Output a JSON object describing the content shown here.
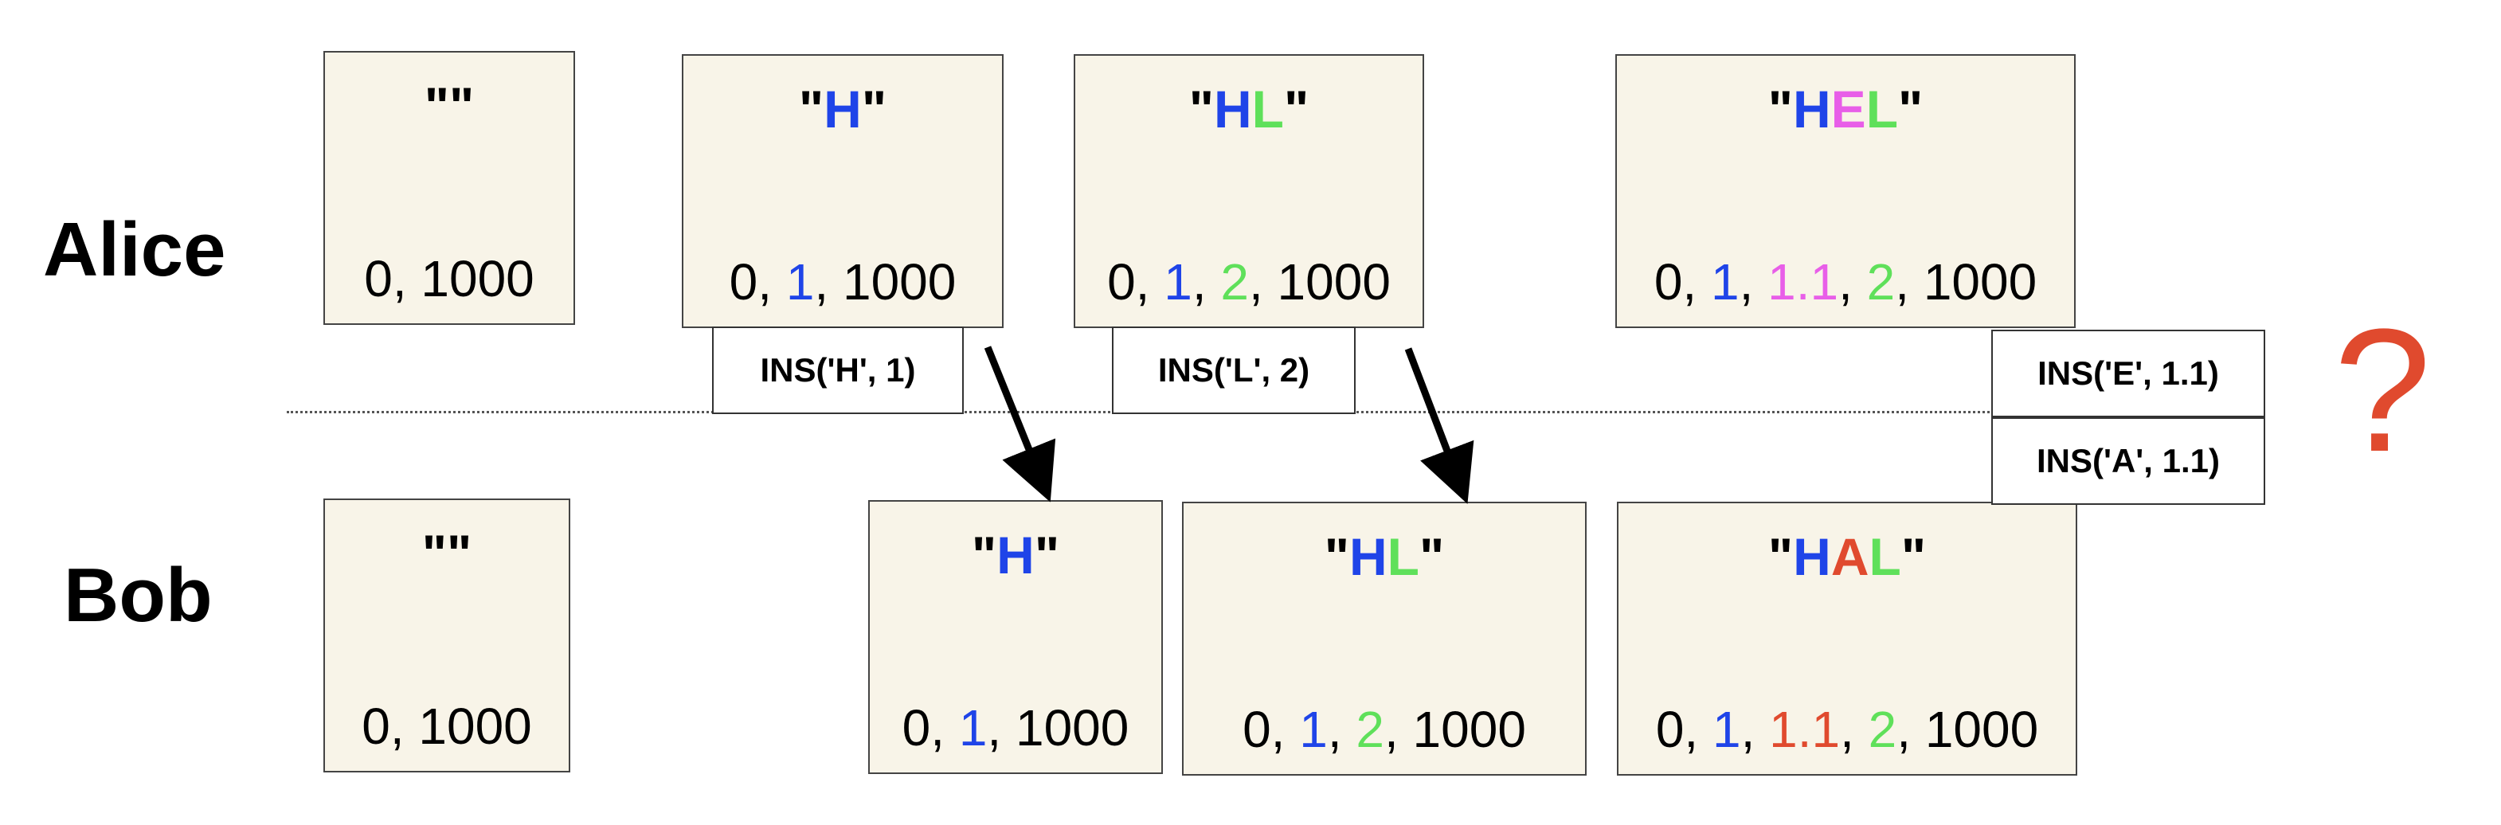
{
  "colors": {
    "default": "#000000",
    "H": "#1f44e8",
    "L": "#5fe05a",
    "E": "#e85ee8",
    "A": "#e04a2e",
    "question": "#e04a2e",
    "box_fill": "#f8f4e8"
  },
  "labels": {
    "alice": "Alice",
    "bob": "Bob"
  },
  "question_mark": "?",
  "alice": [
    {
      "str": [
        {
          "t": "\"\"",
          "c": "default"
        }
      ],
      "pos": [
        {
          "t": "0, 1000",
          "c": "default"
        }
      ]
    },
    {
      "str": [
        {
          "t": "\"",
          "c": "default"
        },
        {
          "t": "H",
          "c": "H"
        },
        {
          "t": "\"",
          "c": "default"
        }
      ],
      "pos": [
        {
          "t": "0, ",
          "c": "default"
        },
        {
          "t": "1",
          "c": "H"
        },
        {
          "t": ", 1000",
          "c": "default"
        }
      ]
    },
    {
      "str": [
        {
          "t": "\"",
          "c": "default"
        },
        {
          "t": "H",
          "c": "H"
        },
        {
          "t": "L",
          "c": "L"
        },
        {
          "t": "\"",
          "c": "default"
        }
      ],
      "pos": [
        {
          "t": "0, ",
          "c": "default"
        },
        {
          "t": "1",
          "c": "H"
        },
        {
          "t": ", ",
          "c": "default"
        },
        {
          "t": "2",
          "c": "L"
        },
        {
          "t": ", 1000",
          "c": "default"
        }
      ]
    },
    {
      "str": [
        {
          "t": "\"",
          "c": "default"
        },
        {
          "t": "H",
          "c": "H"
        },
        {
          "t": "E",
          "c": "E"
        },
        {
          "t": "L",
          "c": "L"
        },
        {
          "t": "\"",
          "c": "default"
        }
      ],
      "pos": [
        {
          "t": "0, ",
          "c": "default"
        },
        {
          "t": "1",
          "c": "H"
        },
        {
          "t": ", ",
          "c": "default"
        },
        {
          "t": "1.1",
          "c": "E"
        },
        {
          "t": ", ",
          "c": "default"
        },
        {
          "t": "2",
          "c": "L"
        },
        {
          "t": ", 1000",
          "c": "default"
        }
      ]
    }
  ],
  "bob": [
    {
      "str": [
        {
          "t": "\"\"",
          "c": "default"
        }
      ],
      "pos": [
        {
          "t": "0, 1000",
          "c": "default"
        }
      ]
    },
    {
      "str": [
        {
          "t": "\"",
          "c": "default"
        },
        {
          "t": "H",
          "c": "H"
        },
        {
          "t": "\"",
          "c": "default"
        }
      ],
      "pos": [
        {
          "t": "0, ",
          "c": "default"
        },
        {
          "t": "1",
          "c": "H"
        },
        {
          "t": ", 1000",
          "c": "default"
        }
      ]
    },
    {
      "str": [
        {
          "t": "\"",
          "c": "default"
        },
        {
          "t": "H",
          "c": "H"
        },
        {
          "t": "L",
          "c": "L"
        },
        {
          "t": "\"",
          "c": "default"
        }
      ],
      "pos": [
        {
          "t": "0, ",
          "c": "default"
        },
        {
          "t": "1",
          "c": "H"
        },
        {
          "t": ", ",
          "c": "default"
        },
        {
          "t": "2",
          "c": "L"
        },
        {
          "t": ", 1000",
          "c": "default"
        }
      ]
    },
    {
      "str": [
        {
          "t": "\"",
          "c": "default"
        },
        {
          "t": "H",
          "c": "H"
        },
        {
          "t": "A",
          "c": "A"
        },
        {
          "t": "L",
          "c": "L"
        },
        {
          "t": "\"",
          "c": "default"
        }
      ],
      "pos": [
        {
          "t": "0, ",
          "c": "default"
        },
        {
          "t": "1",
          "c": "H"
        },
        {
          "t": ", ",
          "c": "default"
        },
        {
          "t": "1.1",
          "c": "A"
        },
        {
          "t": ", ",
          "c": "default"
        },
        {
          "t": "2",
          "c": "L"
        },
        {
          "t": ", 1000",
          "c": "default"
        }
      ]
    }
  ],
  "ops": [
    "INS('H', 1)",
    "INS('L', 2)",
    "INS('E', 1.1)",
    "INS('A', 1.1)"
  ]
}
